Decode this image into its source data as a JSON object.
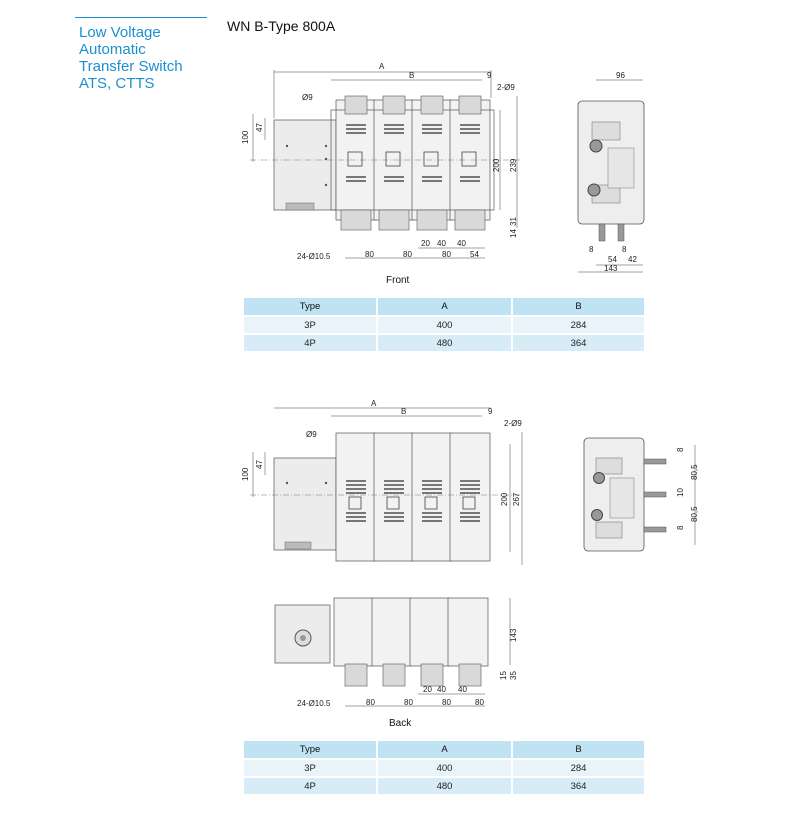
{
  "sidebar": {
    "title_lines": [
      "Low Voltage",
      "Automatic",
      "Transfer Switch",
      "ATS, CTTS"
    ]
  },
  "page_title": "WN B-Type 800A",
  "views": {
    "front_label": "Front",
    "back_label": "Back"
  },
  "dimensions": {
    "A": "A",
    "B": "B",
    "nine": "9",
    "two_phi9": "2-Ø9",
    "phi9": "Ø9",
    "d100": "100",
    "d47": "47",
    "d200": "200",
    "d239": "239",
    "d267": "267",
    "d14": "14",
    "d31": "31",
    "d15": "15",
    "d35": "35",
    "holes": "24-Ø10.5",
    "d80": "80",
    "d20": "20",
    "d40": "40",
    "d54": "54",
    "d96": "96",
    "d8": "8",
    "d42": "42",
    "d143": "143",
    "d10": "10",
    "d80_5": "80,5"
  },
  "tables": [
    {
      "headers": [
        "Type",
        "A",
        "B"
      ],
      "rows": [
        [
          "3P",
          "400",
          "284"
        ],
        [
          "4P",
          "480",
          "364"
        ]
      ]
    },
    {
      "headers": [
        "Type",
        "A",
        "B"
      ],
      "rows": [
        [
          "3P",
          "400",
          "284"
        ],
        [
          "4P",
          "480",
          "364"
        ]
      ]
    }
  ]
}
